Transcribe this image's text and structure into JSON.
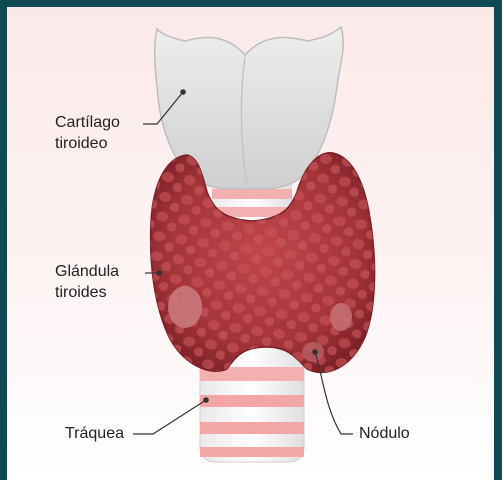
{
  "labels": {
    "cartilage": [
      "Cartílago",
      "tiroideo"
    ],
    "gland": [
      "Glándula",
      "tiroides"
    ],
    "trachea": "Tráquea",
    "nodule": "Nódulo"
  },
  "colors": {
    "border": "#0f4a52",
    "gland": "#a8343a",
    "cartilage": "#dcdcdc",
    "trachea_ring": "#f2a7a7",
    "leader": "#333333"
  }
}
